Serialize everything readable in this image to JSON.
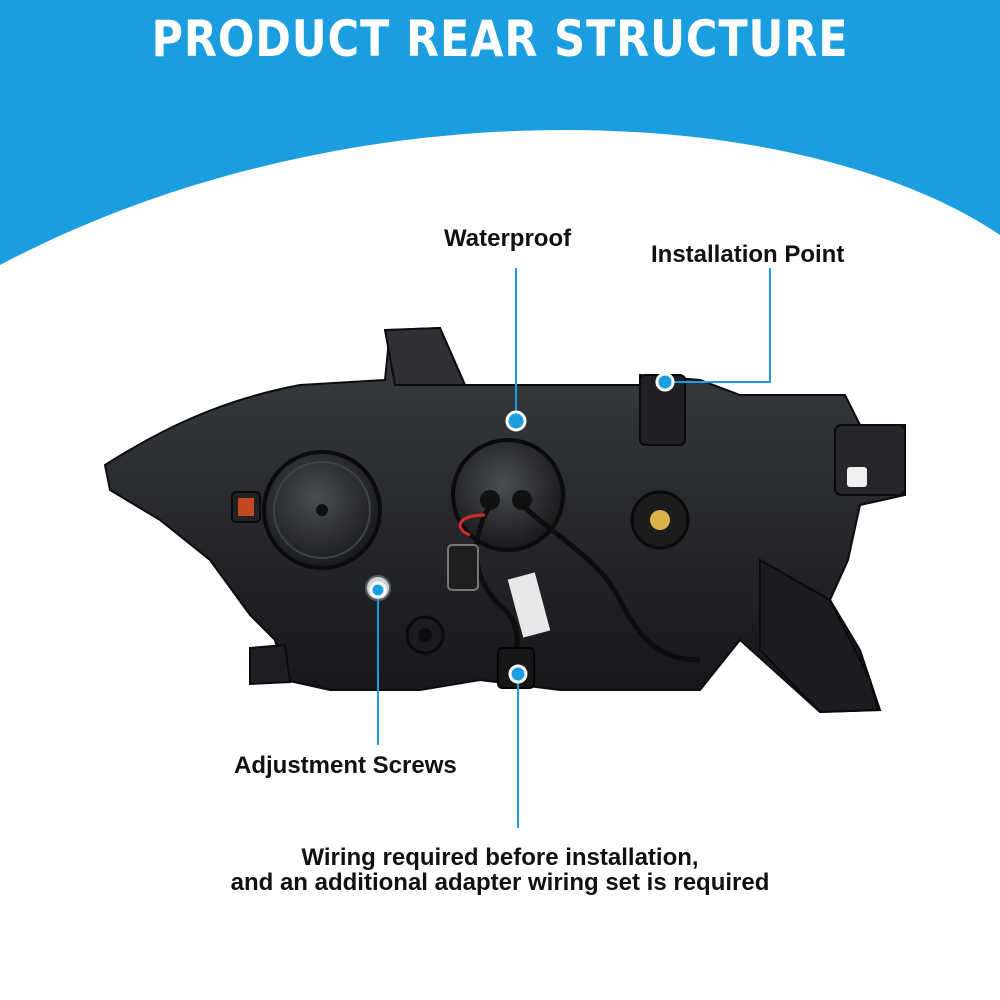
{
  "banner": {
    "title": "PRODUCT REAR STRUCTURE",
    "color": "#1a9ee0"
  },
  "callouts": {
    "waterproof": "Waterproof",
    "installation_point": "Installation Point",
    "adjustment_screws": "Adjustment Screws",
    "wiring_line1": "Wiring required before installation,",
    "wiring_line2": "and an additional adapter wiring set is required"
  },
  "callout_color": "#1a9ee0"
}
